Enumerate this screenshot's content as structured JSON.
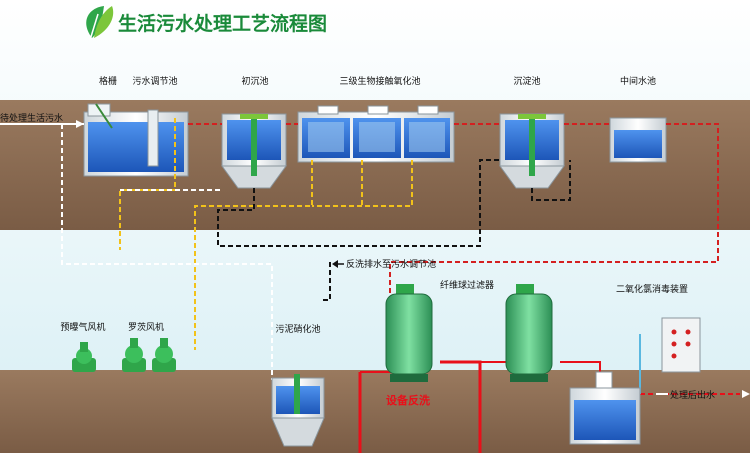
{
  "title": "生活污水处理工艺流程图",
  "labels": {
    "grille": "格栅",
    "regulating_tank": "污水调节池",
    "primary_sedimentation": "初沉池",
    "contact_oxidation": "三级生物接触氧化池",
    "sedimentation": "沉淀池",
    "intermediate_tank": "中间水池",
    "inlet": "待处理生活污水",
    "backwash_return": "反洗排水至污水调节池",
    "fiber_filter": "纤维球过滤器",
    "chlorine_dioxide": "二氧化氯消毒装置",
    "pre_aeration_blower": "预曝气风机",
    "roots_blower": "罗茨风机",
    "sludge_digestion": "污泥硝化池",
    "equipment_backwash": "设备反洗",
    "outlet": "处理后出水"
  },
  "colors": {
    "sky": "#dff3f7",
    "ground": "#8a6b52",
    "water": "#2d6fd6",
    "pipe_red": "#d42020",
    "pipe_yellow": "#f2c21a",
    "pipe_white": "#ffffff",
    "pipe_black": "#111111",
    "accent_green": "#1a8a3a"
  },
  "icons": {
    "logo": "leaf-logo-icon",
    "flow_arrow": "arrow-icon"
  }
}
